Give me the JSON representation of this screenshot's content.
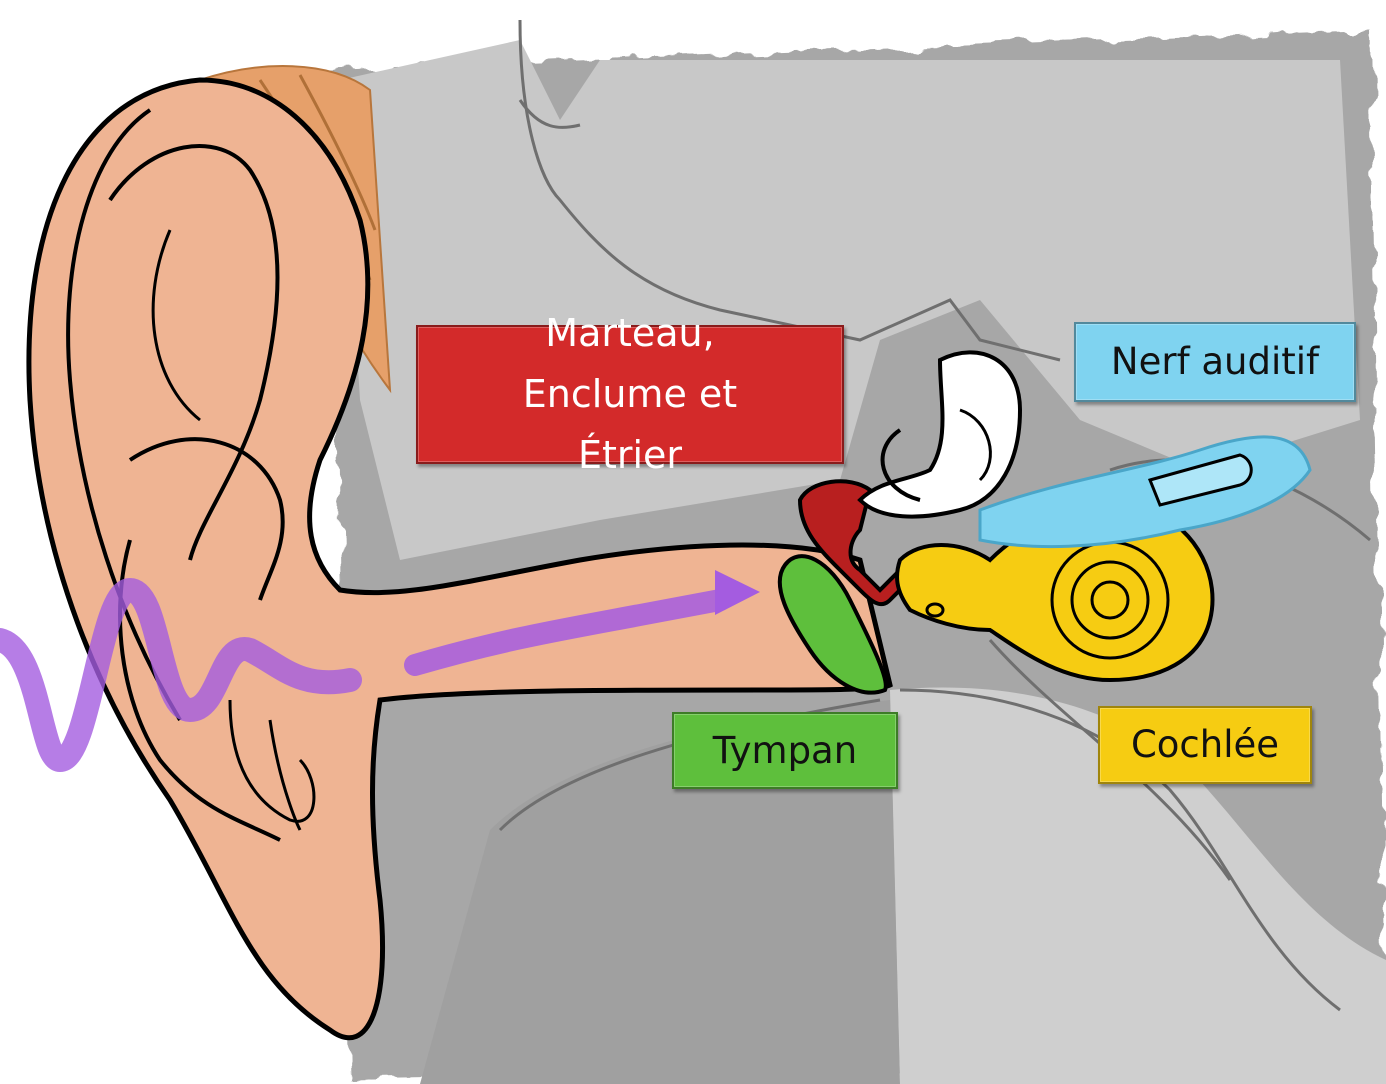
{
  "labels": {
    "ossicles": "Marteau, Enclume et Étrier",
    "nerve": "Nerf auditif",
    "tympan": "Tympan",
    "cochlea": "Cochlée"
  },
  "colors": {
    "ossicles": "#d32a2a",
    "nerve": "#7fd3f0",
    "tympan": "#5ebf3c",
    "cochlea": "#f6cc12",
    "skin": "#efb493",
    "hair": "#e69a5a",
    "background_gray": "#a9a9a9",
    "light_gray": "#cfcfcf",
    "sound_wave": "#a45ce0"
  },
  "icons": {
    "sound_wave": "sound-wave-icon",
    "arrow": "arrow-right-icon"
  }
}
